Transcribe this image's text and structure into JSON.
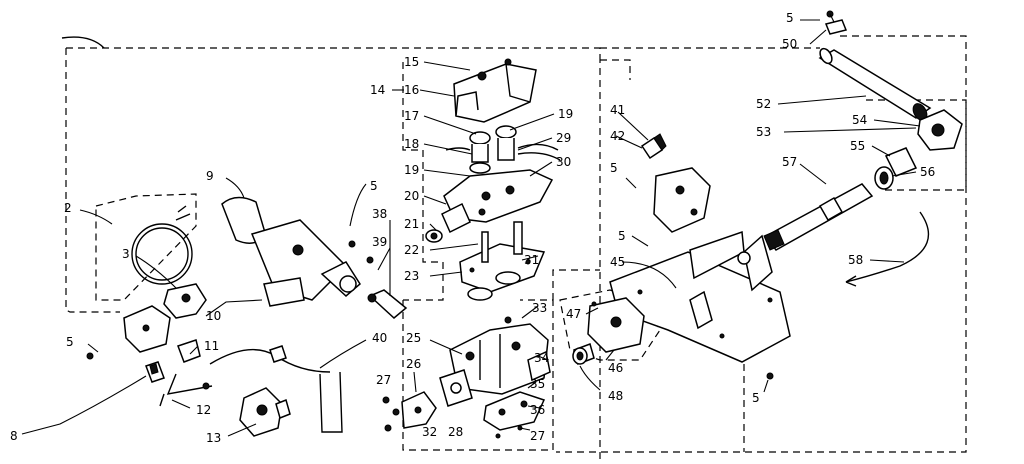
{
  "diagram": {
    "callouts": [
      {
        "id": "c5-top",
        "text": "5"
      },
      {
        "id": "c50",
        "text": "50"
      },
      {
        "id": "c15",
        "text": "15"
      },
      {
        "id": "c14",
        "text": "14"
      },
      {
        "id": "c16",
        "text": "16"
      },
      {
        "id": "c17",
        "text": "17"
      },
      {
        "id": "c18",
        "text": "18"
      },
      {
        "id": "c19a",
        "text": "19"
      },
      {
        "id": "c19b",
        "text": "19"
      },
      {
        "id": "c20",
        "text": "20"
      },
      {
        "id": "c21",
        "text": "21"
      },
      {
        "id": "c22",
        "text": "22"
      },
      {
        "id": "c23",
        "text": "23"
      },
      {
        "id": "c29",
        "text": "29"
      },
      {
        "id": "c30",
        "text": "30"
      },
      {
        "id": "c31",
        "text": "31"
      },
      {
        "id": "c41",
        "text": "41"
      },
      {
        "id": "c42",
        "text": "42"
      },
      {
        "id": "c5-mid",
        "text": "5"
      },
      {
        "id": "c52",
        "text": "52"
      },
      {
        "id": "c53",
        "text": "53"
      },
      {
        "id": "c54",
        "text": "54"
      },
      {
        "id": "c55",
        "text": "55"
      },
      {
        "id": "c56",
        "text": "56"
      },
      {
        "id": "c57",
        "text": "57"
      },
      {
        "id": "c58",
        "text": "58"
      },
      {
        "id": "c9",
        "text": "9"
      },
      {
        "id": "c5-left",
        "text": "5"
      },
      {
        "id": "c38",
        "text": "38"
      },
      {
        "id": "c39",
        "text": "39"
      },
      {
        "id": "c2",
        "text": "2"
      },
      {
        "id": "c3",
        "text": "3"
      },
      {
        "id": "c10",
        "text": "10"
      },
      {
        "id": "c5-lower",
        "text": "5"
      },
      {
        "id": "c11",
        "text": "11"
      },
      {
        "id": "c8",
        "text": "8"
      },
      {
        "id": "c12",
        "text": "12"
      },
      {
        "id": "c13",
        "text": "13"
      },
      {
        "id": "c40",
        "text": "40"
      },
      {
        "id": "c25",
        "text": "25"
      },
      {
        "id": "c26",
        "text": "26"
      },
      {
        "id": "c27a",
        "text": "27"
      },
      {
        "id": "c28",
        "text": "28"
      },
      {
        "id": "c32",
        "text": "32"
      },
      {
        "id": "c33",
        "text": "33"
      },
      {
        "id": "c34",
        "text": "34"
      },
      {
        "id": "c35",
        "text": "35"
      },
      {
        "id": "c36",
        "text": "36"
      },
      {
        "id": "c27b",
        "text": "27"
      },
      {
        "id": "c5-bracket",
        "text": "5"
      },
      {
        "id": "c45",
        "text": "45"
      },
      {
        "id": "c47",
        "text": "47"
      },
      {
        "id": "c46",
        "text": "46"
      },
      {
        "id": "c48",
        "text": "48"
      },
      {
        "id": "c5-bottom",
        "text": "5"
      }
    ]
  }
}
